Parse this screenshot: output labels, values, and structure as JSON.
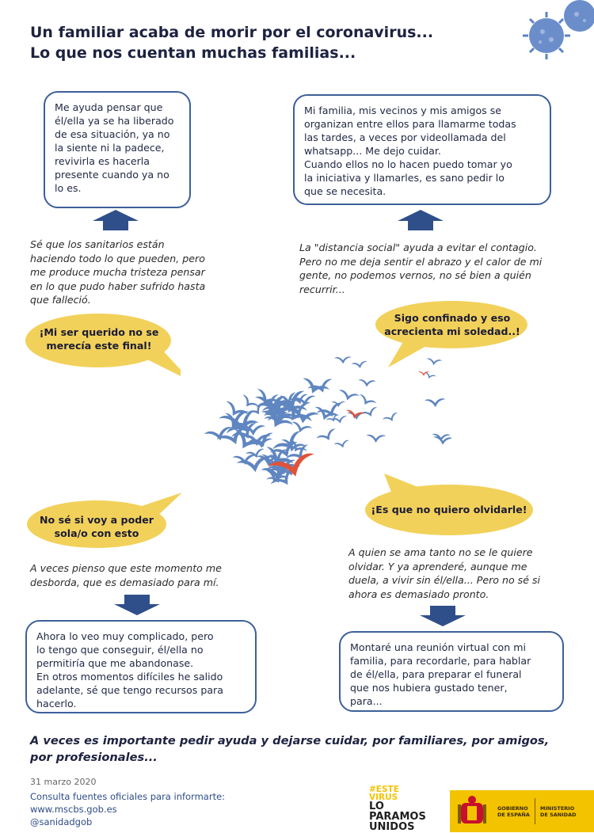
{
  "title": {
    "line1": "Un familiar acaba de morir por el coronavirus...",
    "line2": "Lo que nos cuentan muchas familias..."
  },
  "boxes": {
    "top_left": [
      "Me ayuda pensar que",
      "él/ella ya se ha liberado",
      "de esa situación, ya no",
      "la siente ni la padece,",
      "revivirla es hacerla",
      "presente cuando ya no",
      "lo es."
    ],
    "top_right": [
      "Mi familia, mis vecinos y mis amigos se",
      "organizan entre ellos para llamarme todas",
      "las tardes, a veces por videollamada del",
      "whatsapp... Me dejo cuidar.",
      "Cuando ellos no lo hacen puedo tomar yo",
      "la iniciativa y llamarles, es sano pedir lo",
      "que se necesita."
    ],
    "bottom_left": [
      "Ahora lo veo muy complicado, pero",
      "lo tengo que conseguir, él/ella no",
      "permitiría que me abandonase.",
      "En otros momentos difíciles he salido",
      "adelante, sé que tengo recursos para",
      "hacerlo."
    ],
    "bottom_right": [
      "Montaré una reunión virtual con mi",
      "familia, para recordarle, para hablar",
      "de él/ella, para preparar el funeral",
      "que nos hubiera gustado tener,",
      "para..."
    ]
  },
  "quotes": {
    "top_left": [
      "Sé que los sanitarios están",
      "haciendo todo  lo que pueden,  pero",
      "me produce mucha tristeza pensar",
      "en lo que pudo haber sufrido hasta",
      "que falleció."
    ],
    "top_right": [
      "La \"distancia social\" ayuda a evitar el contagio.",
      "Pero no me deja sentir el abrazo y el calor de mi",
      "gente, no podemos vernos, no sé bien a quién",
      "recurrir..."
    ],
    "bottom_left": [
      "A veces pienso que este momento me",
      "desborda, que es demasiado para mí."
    ],
    "bottom_right": [
      "A quien se ama tanto no se le quiere",
      "olvidar. Y ya aprenderé, aunque me",
      "duela, a vivir sin él/ella... Pero no sé si",
      "ahora es demasiado pronto."
    ]
  },
  "bubbles": {
    "b1": [
      "¡Mi ser querido no se",
      "merecía este final!"
    ],
    "b2": [
      "Sigo confinado y eso",
      "acrecienta mi soledad..!"
    ],
    "b3": [
      "No sé si voy a poder",
      "sola/o con esto"
    ],
    "b4": [
      "¡Es que no quiero olvidarle!"
    ]
  },
  "closing": [
    "A veces es importante pedir ayuda y dejarse cuidar, por familiares, por amigos,",
    "por profesionales..."
  ],
  "footer": {
    "date": "31 marzo 2020",
    "info": "Consulta fuentes oficiales para informarte:",
    "url": "www.mscbs.gob.es",
    "handle": "@sanidadgob"
  },
  "logo": {
    "line1": "#ESTE",
    "line2": "VIRUS",
    "line3": "LO",
    "line4": "PARAMOS",
    "line5": "UNIDOS"
  },
  "gov": {
    "col1": [
      "GOBIERNO",
      "DE ESPAÑA"
    ],
    "col2": [
      "MINISTERIO",
      "DE SANIDAD"
    ]
  },
  "colors": {
    "accent_blue": "#3d5f9a",
    "bubble_yellow": "#f2d15a",
    "bird_blue": "#5f86c0",
    "bird_red": "#e0523a",
    "gov_yellow": "#f3c300"
  },
  "icons": {
    "virus": "coronavirus-icon",
    "heart": "heart-of-birds-icon",
    "arrow": "arrow-icon"
  }
}
